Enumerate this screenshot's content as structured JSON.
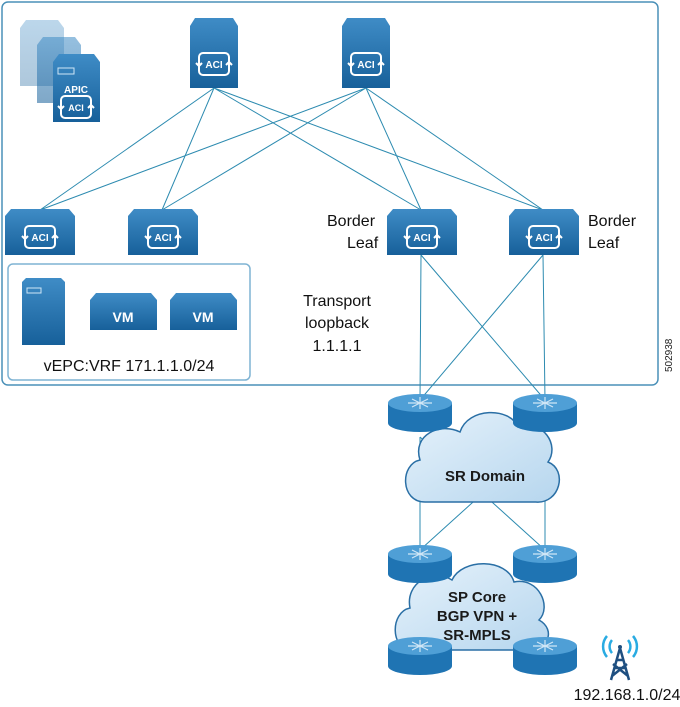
{
  "figure_id": "502938",
  "fabric": {
    "spines": [
      {
        "icon": "aci-spine-switch-icon",
        "label": "ACI"
      },
      {
        "icon": "aci-spine-switch-icon",
        "label": "ACI"
      }
    ],
    "leaves": [
      {
        "label": "ACI"
      },
      {
        "label": "ACI"
      },
      {
        "label": "ACI",
        "role_line1": "Border",
        "role_line2": "Leaf"
      },
      {
        "label": "ACI",
        "role_line1": "Border",
        "role_line2": "Leaf"
      }
    ],
    "apic": {
      "label": "APIC",
      "sub": "ACI"
    },
    "transport": {
      "line1": "Transport",
      "line2": "loopback",
      "line3": "1.1.1.1"
    }
  },
  "vrf_box": {
    "vm1": "VM",
    "vm2": "VM",
    "caption": "vEPC:VRF 171.1.1.0/24"
  },
  "clouds": {
    "sr_domain": "SR Domain",
    "sp_core_line1": "SP Core",
    "sp_core_line2": "BGP VPN +",
    "sp_core_line3": "SR-MPLS"
  },
  "remote": {
    "subnet": "192.168.1.0/24",
    "icon": "cell-tower-icon"
  },
  "colors": {
    "device": "#1f6ea8",
    "device_top": "#4d9ad0",
    "frame": "#4a90b8",
    "cloud": "#c9e2f3",
    "link": "#2d8bb0",
    "tower": "#1f4f80",
    "signal": "#29abe2"
  }
}
